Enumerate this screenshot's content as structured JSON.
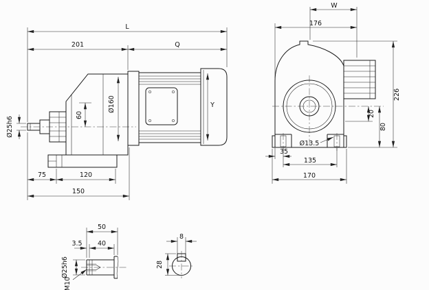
{
  "drawing": {
    "side_view": {
      "dim_L": "L",
      "dim_201": "201",
      "dim_Q": "Q",
      "dim_shaft": "Ø25h6",
      "dim_60": "60",
      "dim_flange": "Ø160",
      "dim_Y": "Y",
      "dim_75": "75",
      "dim_120": "120",
      "dim_150": "150"
    },
    "end_view": {
      "dim_W": "W",
      "dim_176": "176",
      "dim_226": "226",
      "dim_20": "20",
      "dim_80": "80",
      "dim_35": "35",
      "dim_hole": "Ø13.5",
      "dim_135": "135",
      "dim_170": "170"
    },
    "shaft_detail": {
      "dim_50": "50",
      "dim_3_5": "3.5",
      "dim_40": "40",
      "dim_shaft": "Ø25h6",
      "dim_thread": "M10"
    },
    "key_detail": {
      "dim_8": "8",
      "dim_28": "28"
    }
  }
}
